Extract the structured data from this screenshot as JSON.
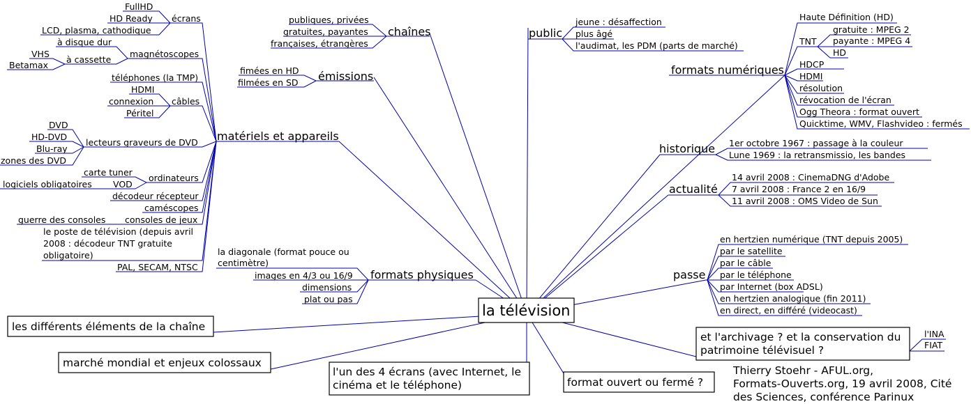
{
  "central": "la télévision",
  "branches": {
    "chaines": {
      "label": "chaînes",
      "items": [
        "publiques, privées",
        "gratuites, payantes",
        "françaises, étrangères"
      ]
    },
    "emissions": {
      "label": "émissions",
      "items": [
        "fimées en HD",
        "filmées en SD"
      ]
    },
    "materiels": {
      "label": "matériels et appareils",
      "ecrans": {
        "label": "écrans",
        "items": [
          "FullHD",
          "HD Ready",
          "LCD, plasma, cathodique"
        ]
      },
      "magnetoscopes": {
        "label": "magnétoscopes",
        "disque": "à disque dur",
        "cassette": {
          "label": "à cassette",
          "items": [
            "VHS",
            "Betamax"
          ]
        }
      },
      "telephones": "téléphones (la TMP)",
      "cables": {
        "label": "câbles",
        "items": [
          "HDMI",
          "connexion",
          "Péritel"
        ]
      },
      "lecteurs": {
        "label": "lecteurs graveurs de DVD",
        "items": [
          "DVD",
          "HD-DVD",
          "Blu-ray",
          "zones des DVD"
        ]
      },
      "ordinateurs": {
        "label": "ordinateurs",
        "tuner": "carte tuner",
        "vod": "VOD",
        "logiciels": "logiciels obligatoires"
      },
      "decodeur": "décodeur récepteur",
      "camescopes": "caméscopes",
      "consoles": {
        "label": "consoles de jeux",
        "item": "guerre des consoles"
      },
      "poste": [
        "le poste de télévision (depuis avril",
        "2008 : décodeur TNT gratuite",
        "obligatoire)"
      ],
      "pal": "PAL, SECAM, NTSC"
    },
    "formats_physiques": {
      "label": "formats physiques",
      "diagonale": [
        "la diagonale (format pouce ou",
        "centimètre)"
      ],
      "items": [
        "images en 4/3 ou 16/9",
        "dimensions",
        "plat ou pas"
      ]
    },
    "public": {
      "label": "public",
      "items": [
        "jeune : désaffection",
        "plus âgé",
        "l'audimat, les PDM (parts de marché)"
      ]
    },
    "formats_numeriques": {
      "label": "formats numériques",
      "hd": "Haute Définition (HD)",
      "tnt": {
        "label": "TNT",
        "items": [
          "gratuite : MPEG 2",
          "payante : MPEG 4",
          "HD"
        ]
      },
      "items": [
        "HDCP",
        "HDMI",
        "résolution",
        "révocation de l'écran",
        "Ogg Theora : format ouvert",
        "Quicktime, WMV, Flashvideo : fermés"
      ]
    },
    "historique": {
      "label": "historique",
      "items": [
        "1er octobre 1967 : passage à la couleur",
        "Lune 1969 : la retransmissio, les bandes"
      ]
    },
    "actualite": {
      "label": "actualité",
      "items": [
        "14 avril 2008 : CinemaDNG d'Adobe",
        "7 avril 2008 : France 2 en 16/9",
        "11 avril 2008 : OMS Video de Sun"
      ]
    },
    "passe": {
      "label": "passe",
      "items": [
        "en hertzien numérique (TNT depuis 2005)",
        "par le satellite",
        "par le câble",
        "par le téléphone",
        "par Internet (box ADSL)",
        "en hertzien analogique (fin 2011)",
        "en direct, en différé (videocast)"
      ]
    },
    "archivage": {
      "label": [
        "et l'archivage ? et la conservation du",
        "patrimoine télévisuel ?"
      ],
      "items": [
        "l'INA",
        "FIAT"
      ]
    },
    "elements": "les différents éléments de la chaîne",
    "marche": "marché mondial et enjeux colossaux",
    "ecrans4": [
      "l'un des 4 écrans (avec Internet, le",
      "cinéma et le téléphone)"
    ],
    "format_ouvert": "format ouvert ou fermé ?"
  },
  "credit": [
    "Thierry Stoehr - AFUL.org,",
    "Formats-Ouverts.org, 19 avril 2008, Cité",
    "des Sciences, conférence Parinux"
  ]
}
